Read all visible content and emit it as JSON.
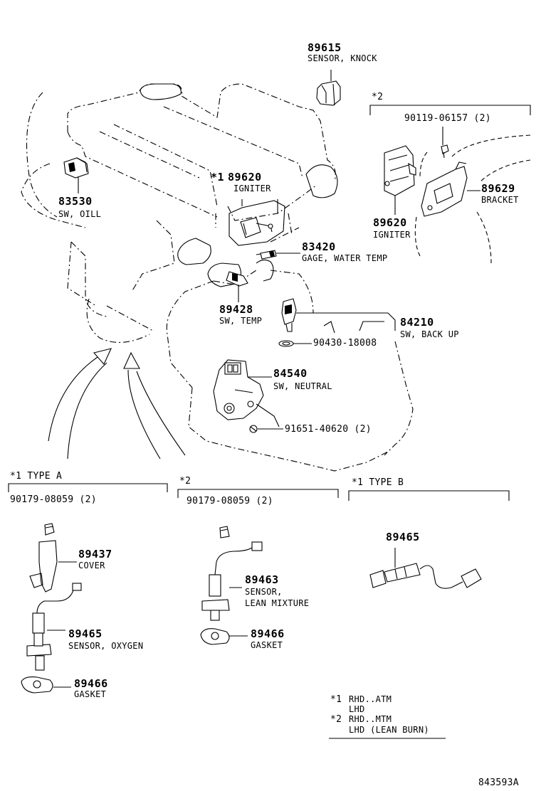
{
  "parts": {
    "knock_sensor": {
      "number": "89615",
      "name": "SENSOR, KNOCK"
    },
    "igniter_type_a": {
      "marker": "*1",
      "number": "89620",
      "name": "IGNITER"
    },
    "oil_switch": {
      "number": "83530",
      "name": "SW, OILL"
    },
    "water_temp_gage": {
      "number": "83420",
      "name": "GAGE, WATER TEMP"
    },
    "temp_switch": {
      "number": "89428",
      "name": "SW, TEMP"
    },
    "backup_switch": {
      "number": "84210",
      "name": "SW, BACK UP"
    },
    "backup_gasket": {
      "number": "90430-18008"
    },
    "neutral_switch": {
      "number": "84540",
      "name": "SW, NEUTRAL"
    },
    "neutral_bolt": {
      "number": "91651-40620 (2)"
    }
  },
  "group_2_top": {
    "header": "*2",
    "bolt": {
      "number": "90119-06157 (2)"
    },
    "igniter": {
      "number": "89620",
      "name": "IGNITER"
    },
    "bracket": {
      "number": "89629",
      "name": "BRACKET"
    }
  },
  "type_a": {
    "header": "*1  TYPE A",
    "nut": {
      "number": "90179-08059 (2)"
    },
    "cover": {
      "number": "89437",
      "name": "COVER"
    },
    "sensor": {
      "number": "89465",
      "name": "SENSOR, OXYGEN"
    },
    "gasket": {
      "number": "89466",
      "name": "GASKET"
    }
  },
  "group_2_bottom": {
    "header": "*2",
    "nut": {
      "number": "90179-08059 (2)"
    },
    "sensor": {
      "number": "89463",
      "name_line1": "SENSOR,",
      "name_line2": "LEAN MIXTURE"
    },
    "gasket": {
      "number": "89466",
      "name": "GASKET"
    }
  },
  "type_b": {
    "header": "*1  TYPE B",
    "sensor": {
      "number": "89465"
    }
  },
  "legend": {
    "row1_mark": "*1",
    "row1_line1": "RHD..ATM",
    "row1_line2": "LHD",
    "row2_mark": "*2",
    "row2_line1": "RHD..MTM",
    "row2_line2": "LHD (LEAN BURN)"
  },
  "drawing_id": "843593A"
}
